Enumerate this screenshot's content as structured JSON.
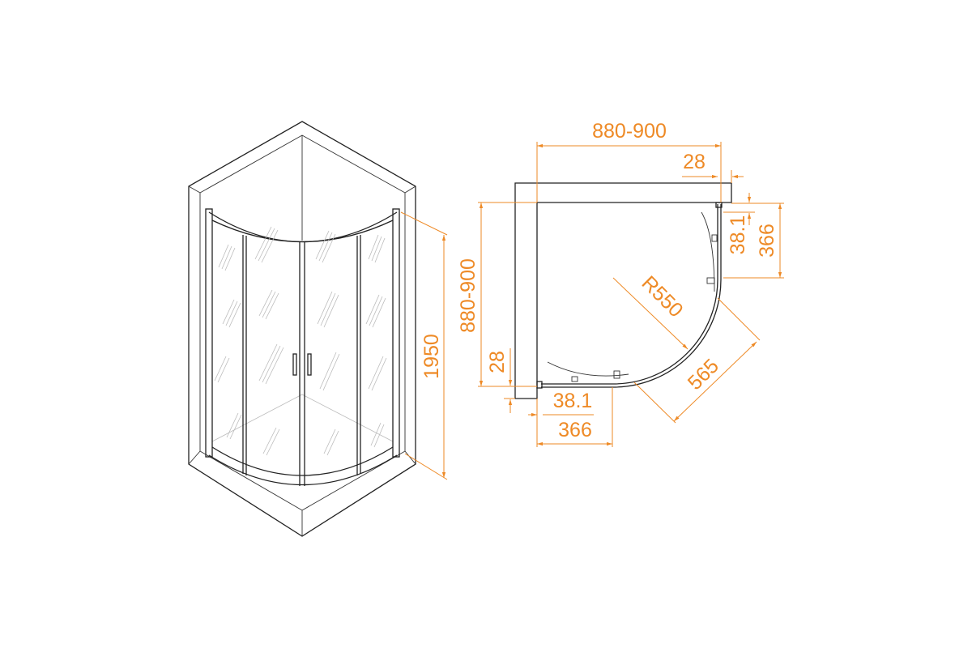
{
  "colors": {
    "dimension": "#ee8a26",
    "line": "#222222"
  },
  "isometric_view": {
    "height_label": "1950"
  },
  "plan_view": {
    "width_top_label": "880-900",
    "wall_offset_top_label": "28",
    "depth_left_label": "880-900",
    "wall_offset_left_label": "28",
    "bottom_gap_label": "38.1",
    "bottom_straight_label": "366",
    "right_gap_label": "38.1",
    "right_straight_label": "366",
    "radius_label": "R550",
    "diagonal_label": "565"
  }
}
